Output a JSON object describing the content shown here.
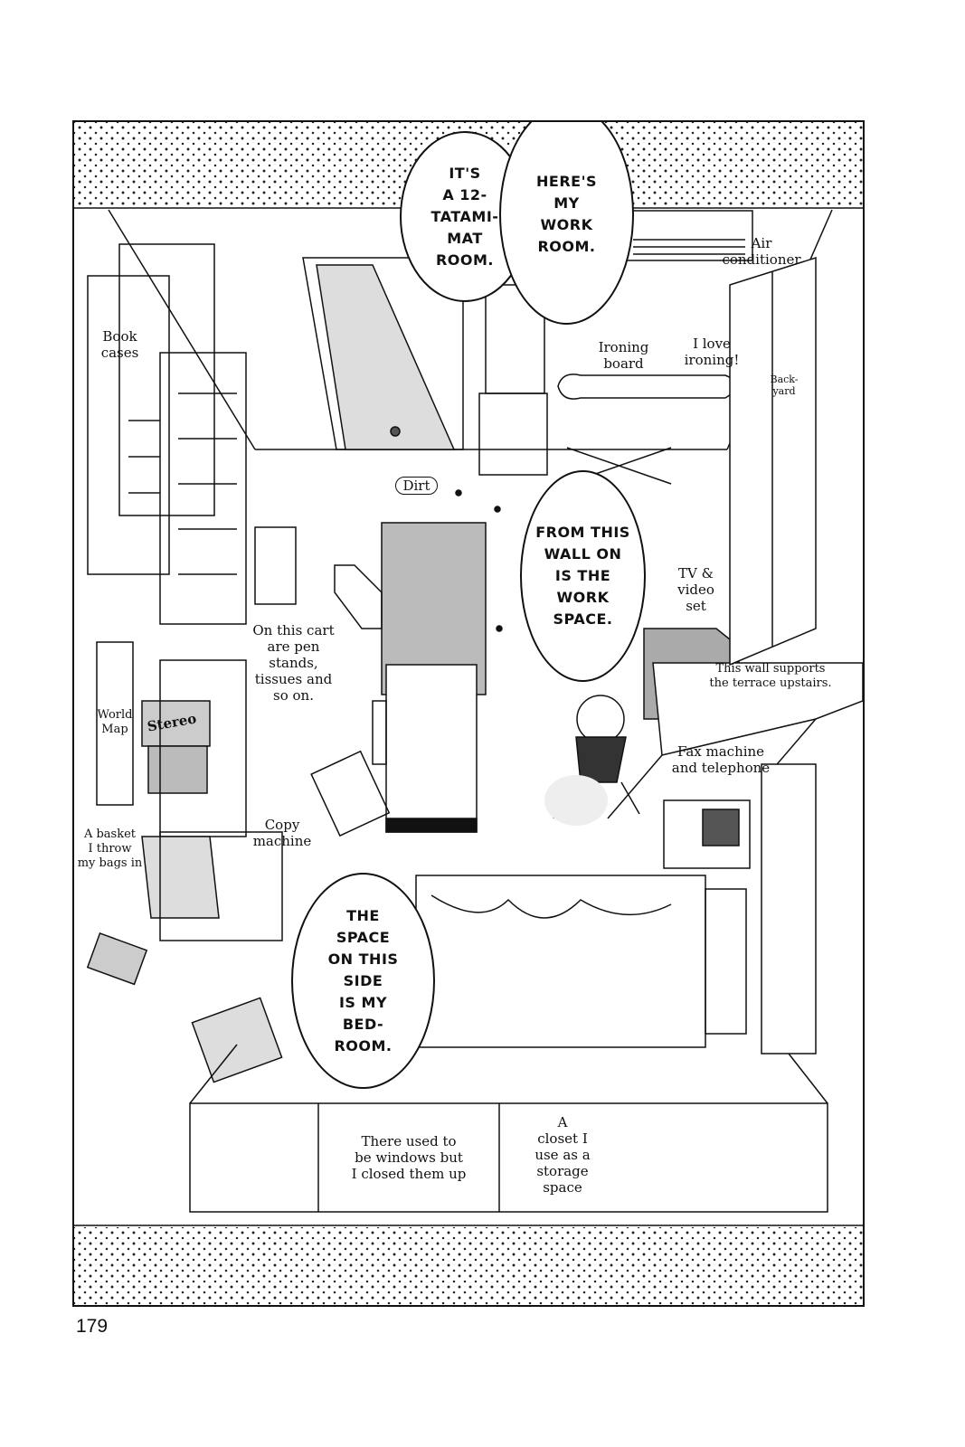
{
  "page": {
    "number": "179"
  },
  "bubbles": {
    "tatami": "IT'S\nA 12-\nTATAMI-\nMAT\nROOM.",
    "workroom": "HERE'S\nMY\nWORK\nROOM.",
    "workspace": "FROM THIS\nWALL ON\nIS THE\nWORK\nSPACE.",
    "bedroom": "THE\nSPACE\nON THIS\nSIDE\nIS MY\nBED-\nROOM."
  },
  "labels": {
    "air_conditioner": "Air\nconditioner",
    "bookcases": "Book\ncases",
    "ironing_board": "Ironing\nboard",
    "love_ironing": "I love\nironing!",
    "backyard": "Back-\nyard",
    "dirt": "Dirt",
    "tv_video": "TV &\nvideo\nset",
    "cart": "On this cart\nare pen stands,\ntissues and\nso on.",
    "terrace": "This wall supports\nthe terrace upstairs.",
    "world_map": "World\nMap",
    "stereo": "Stereo",
    "fax": "Fax machine\nand telephone",
    "copy_machine": "Copy\nmachine",
    "basket": "A basket\nI throw\nmy bags in",
    "windows": "There used to\nbe windows but\nI closed them up",
    "closet": "A\ncloset I\nuse as a\nstorage\nspace"
  }
}
